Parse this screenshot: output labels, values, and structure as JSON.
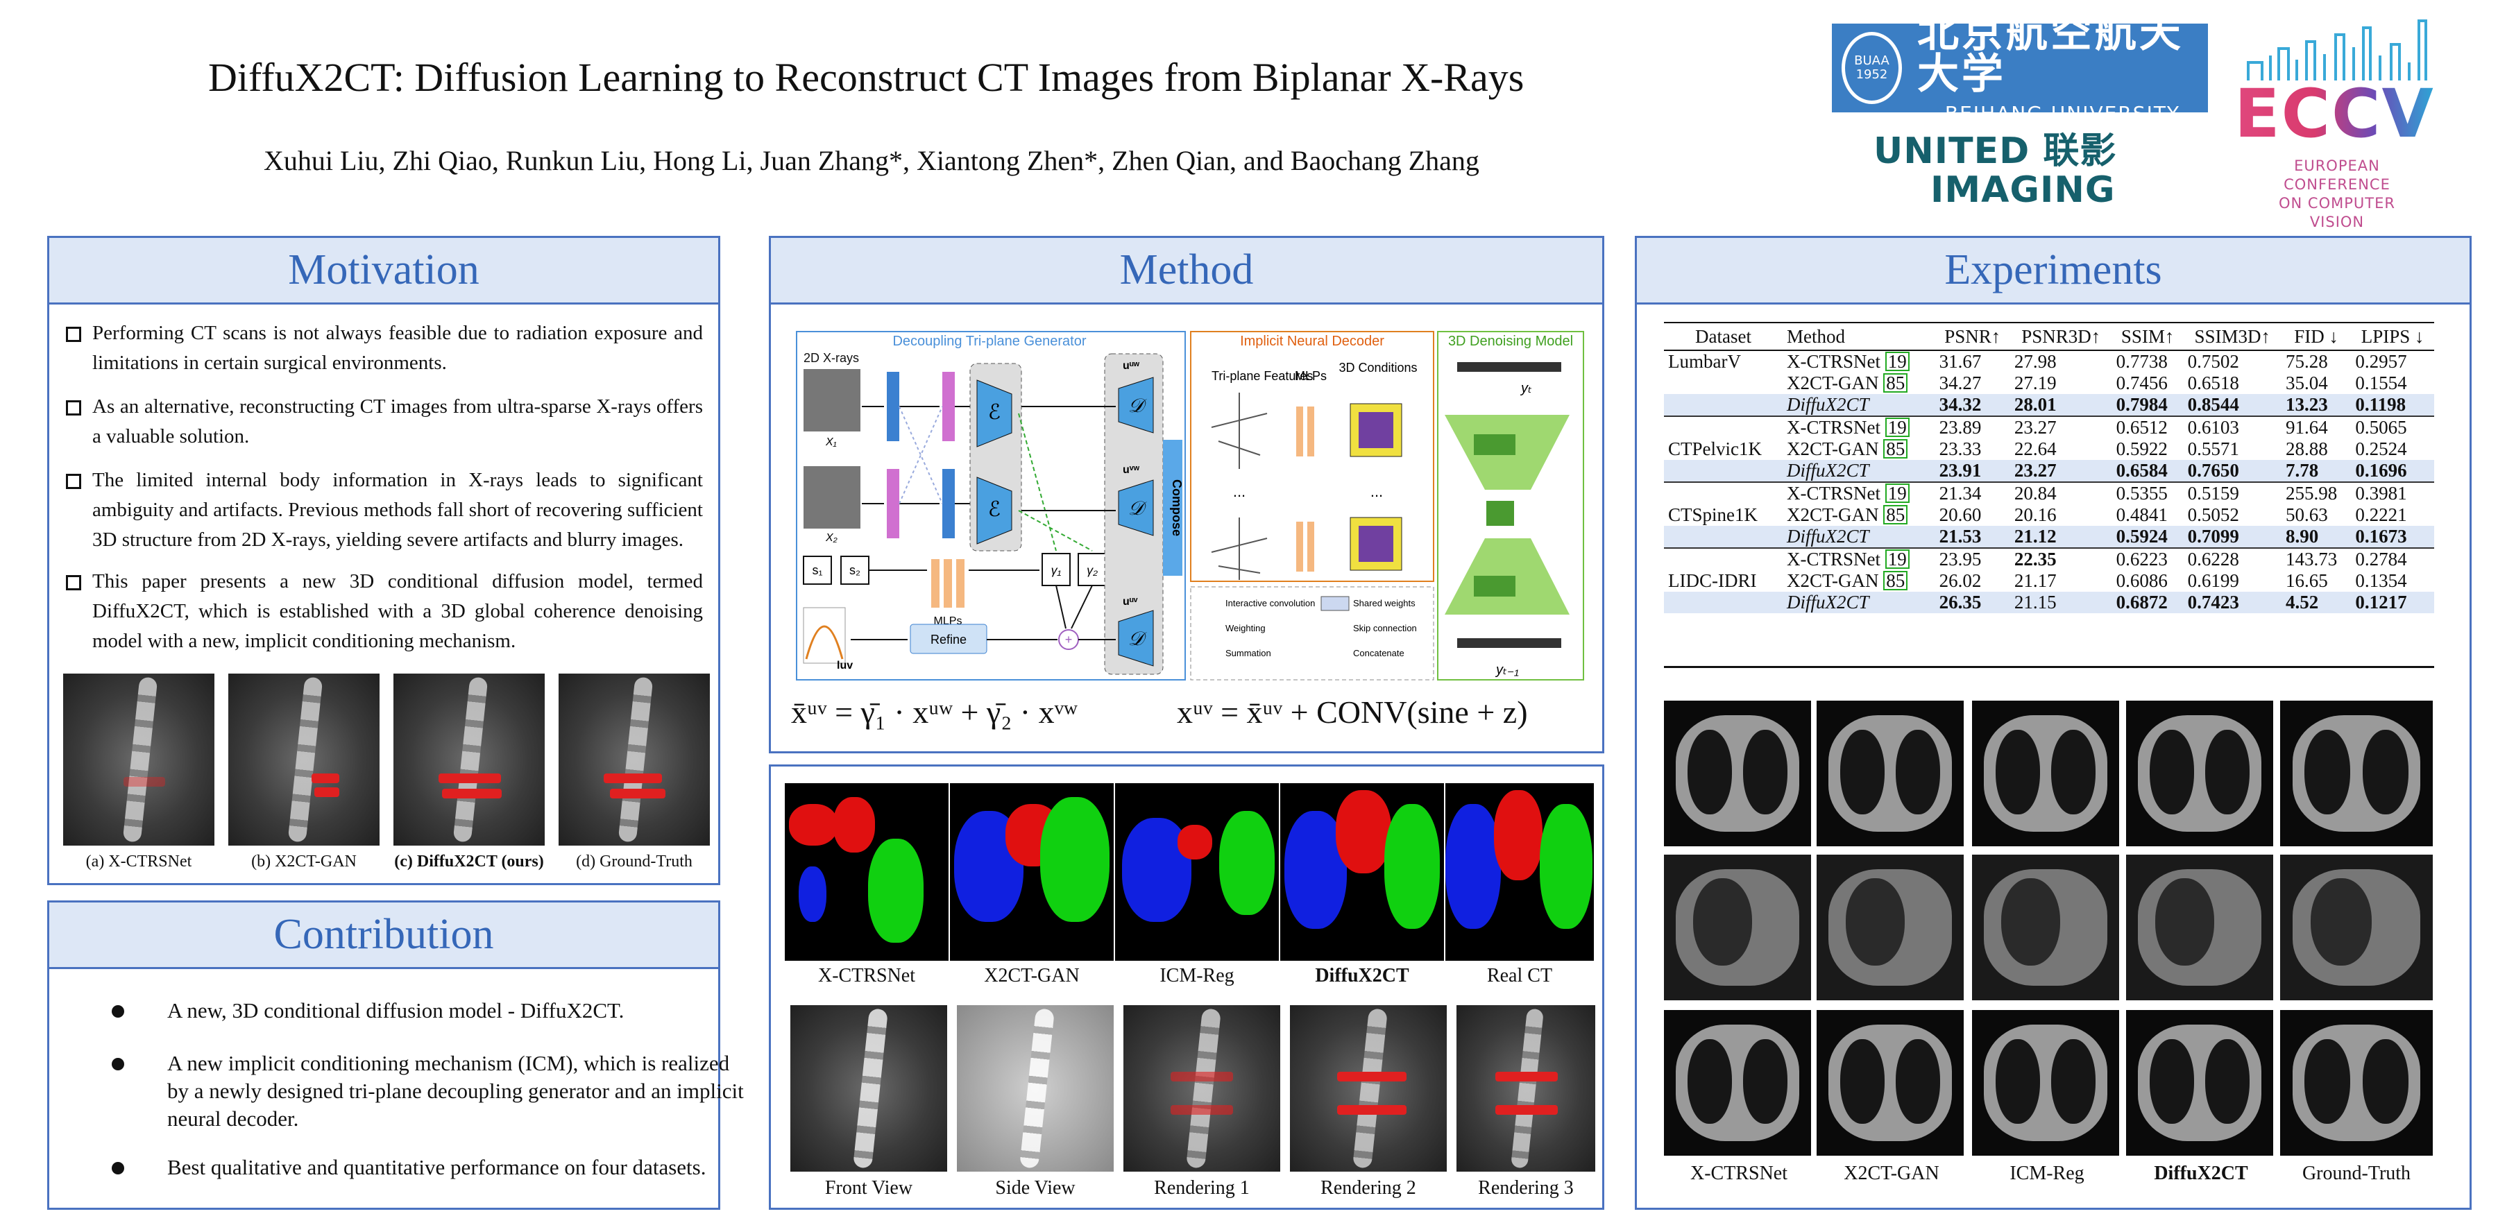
{
  "title": "DiffuX2CT: Diffusion Learning to Reconstruct CT Images from Biplanar X-Rays",
  "authors": "Xuhui Liu, Zhi Qiao, Runkun Liu, Hong Li, Juan Zhang*, Xiantong Zhen*, Zhen Qian, and Baochang Zhang",
  "logos": {
    "beihang_cn": "北京航空航天大学",
    "beihang_en": "BEIHANG UNIVERSITY",
    "united_line1": "UNITED 联影",
    "united_line2": "IMAGING",
    "eccv": "ECCV",
    "eccv_sub": [
      "EUROPEAN",
      "CONFERENCE",
      "ON COMPUTER",
      "VISION"
    ]
  },
  "motivation": {
    "heading": "Motivation",
    "bullets": [
      "Performing CT scans is not always feasible due to radiation exposure and limitations in certain surgical environments.",
      "As an alternative, reconstructing CT images from ultra-sparse X-rays offers a valuable solution.",
      "The limited internal body information in X-rays leads to significant ambiguity and artifacts. Previous methods fall short of recovering sufficient 3D structure from 2D X-rays, yielding severe artifacts and blurry images.",
      "This paper presents a new 3D conditional diffusion model, termed DiffuX2CT, which is established with a 3D global coherence denoising model with a new, implicit conditioning mechanism."
    ],
    "captions": [
      "(a) X-CTRSNet",
      "(b) X2CT-GAN",
      "(c) DiffuX2CT (ours)",
      "(d) Ground-Truth"
    ]
  },
  "contribution": {
    "heading": "Contribution",
    "bullets": [
      "A new, 3D conditional diffusion model - DiffuX2CT.",
      "A new implicit conditioning mechanism (ICM), which is realized by a newly designed tri-plane decoupling generator and an implicit neural decoder.",
      "Best qualitative and quantitative performance on four datasets."
    ]
  },
  "method": {
    "heading": "Method",
    "diagram": {
      "gen_title": "Decoupling Tri-plane Generator",
      "dec_title": "Implicit Neural Decoder",
      "den_title": "3D Denoising Model",
      "xrays": "2D X-rays",
      "x1": "X₁",
      "x2": "X₂",
      "s1": "s₁",
      "s2": "s₂",
      "mlps": "MLPs",
      "refine": "Refine",
      "e": "ℰ",
      "d": "𝒟",
      "g1": "γ₁",
      "g2": "γ₂",
      "uuw": "uᵘʷ",
      "uvw": "uᵛʷ",
      "uuv": "uᵘᵛ",
      "luv": "luv",
      "compose": "Compose",
      "triplane": "Tri-plane Features",
      "mlps2": "MLPs",
      "cond": "3D Conditions",
      "dots": "...",
      "yt": "yₜ",
      "yt1": "yₜ₋₁",
      "legend": [
        "Interactive convolution",
        "Weighting",
        "Summation",
        "Shared weights",
        "Skip connection",
        "Concatenate"
      ]
    },
    "eq1": "x̄ᵘᵛ = γ̄₁ · xᵘʷ + γ̄₂ · xᵛʷ",
    "eq2": "xᵘᵛ = x̄ᵘᵛ + CONV(sine + z)",
    "pelvis_captions": [
      "X-CTRSNet",
      "X2CT-GAN",
      "ICM-Reg",
      "DiffuX2CT",
      "Real CT"
    ],
    "spine_captions": [
      "Front View",
      "Side View",
      "Rendering 1",
      "Rendering 2",
      "Rendering 3"
    ]
  },
  "experiments": {
    "heading": "Experiments",
    "headers": [
      "Dataset",
      "Method",
      "PSNR↑",
      "PSNR3D↑",
      "SSIM↑",
      "SSIM3D↑",
      "FID ↓",
      "LPIPS ↓"
    ],
    "rows": [
      {
        "dataset": "LumbarV",
        "method": "X-CTRSNet",
        "ref": "19",
        "v": [
          "31.67",
          "27.98",
          "0.7738",
          "0.7502",
          "75.28",
          "0.2957"
        ]
      },
      {
        "dataset": "",
        "method": "X2CT-GAN",
        "ref": "85",
        "v": [
          "34.27",
          "27.19",
          "0.7456",
          "0.6518",
          "35.04",
          "0.1554"
        ]
      },
      {
        "dataset": "",
        "method": "DiffuX2CT",
        "ref": "",
        "v": [
          "34.32",
          "28.01",
          "0.7984",
          "0.8544",
          "13.23",
          "0.1198"
        ]
      },
      {
        "dataset": "",
        "method": "X-CTRSNet",
        "ref": "19",
        "v": [
          "23.89",
          "23.27",
          "0.6512",
          "0.6103",
          "91.64",
          "0.5065"
        ]
      },
      {
        "dataset": "CTPelvic1K",
        "method": "X2CT-GAN",
        "ref": "85",
        "v": [
          "23.33",
          "22.64",
          "0.5922",
          "0.5571",
          "28.88",
          "0.2524"
        ]
      },
      {
        "dataset": "",
        "method": "DiffuX2CT",
        "ref": "",
        "v": [
          "23.91",
          "23.27",
          "0.6584",
          "0.7650",
          "7.78",
          "0.1696"
        ]
      },
      {
        "dataset": "",
        "method": "X-CTRSNet",
        "ref": "19",
        "v": [
          "21.34",
          "20.84",
          "0.5355",
          "0.5159",
          "255.98",
          "0.3981"
        ]
      },
      {
        "dataset": "CTSpine1K",
        "method": "X2CT-GAN",
        "ref": "85",
        "v": [
          "20.60",
          "20.16",
          "0.4841",
          "0.5052",
          "50.63",
          "0.2221"
        ]
      },
      {
        "dataset": "",
        "method": "DiffuX2CT",
        "ref": "",
        "v": [
          "21.53",
          "21.12",
          "0.5924",
          "0.7099",
          "8.90",
          "0.1673"
        ]
      },
      {
        "dataset": "",
        "method": "X-CTRSNet",
        "ref": "19",
        "v": [
          "23.95",
          "22.35",
          "0.6223",
          "0.6228",
          "143.73",
          "0.2784"
        ]
      },
      {
        "dataset": "LIDC-IDRI",
        "method": "X2CT-GAN",
        "ref": "85",
        "v": [
          "26.02",
          "21.17",
          "0.6086",
          "0.6199",
          "16.65",
          "0.1354"
        ]
      },
      {
        "dataset": "",
        "method": "DiffuX2CT",
        "ref": "",
        "v": [
          "26.35",
          "21.15",
          "0.6872",
          "0.7423",
          "4.52",
          "0.1217"
        ]
      }
    ],
    "captions": [
      "X-CTRSNet",
      "X2CT-GAN",
      "ICM-Reg",
      "DiffuX2CT",
      "Ground-Truth"
    ]
  }
}
